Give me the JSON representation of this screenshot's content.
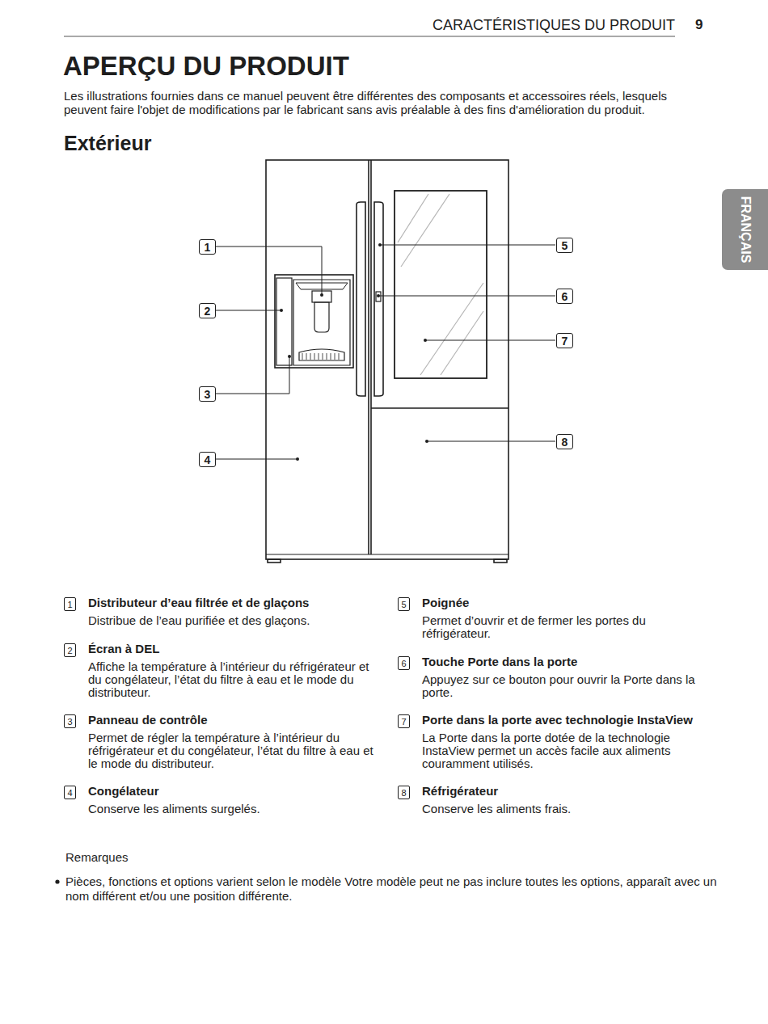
{
  "diagram": {
    "title": "APERÇU DU PRODUIT",
    "nodes": [
      {
        "text": [
          "1"
        ]
      },
      {
        "text": [
          "2"
        ]
      },
      {
        "text": [
          "3"
        ]
      },
      {
        "text": [
          "4"
        ]
      },
      {
        "text": [
          "5"
        ]
      },
      {
        "text": [
          "6"
        ]
      },
      {
        "text": [
          "7"
        ]
      },
      {
        "text": [
          "8"
        ]
      },
      {
        "text": [
          "1",
          "Distributeur d’eau filtrée et de glaçons",
          "Distribue de l’eau purifiée et des glaçons."
        ]
      },
      {
        "text": [
          "2",
          "Écran à DEL",
          "Affiche la température à l’intérieur du réfrigérateur et du congélateur, l’état du filtre à eau et le mode du distributeur."
        ]
      },
      {
        "text": [
          "3",
          "Panneau de contrôle",
          "Permet de régler la température à l’intérieur du réfrigérateur et du congélateur, l’état du filtre à eau et le mode du distributeur."
        ]
      },
      {
        "text": [
          "4",
          "Congélateur",
          "Conserve les aliments surgelés."
        ]
      },
      {
        "text": [
          "5",
          "Poignée",
          "Permet d’ouvrir et de fermer les portes du réfrigérateur."
        ]
      },
      {
        "text": [
          "6",
          "Touche Porte dans la porte",
          "Appuyez sur ce bouton pour ouvrir la Porte dans la porte."
        ]
      },
      {
        "text": [
          "7",
          "Porte dans la porte avec technologie InstaView",
          "La Porte dans la porte dotée de la technologie InstaView permet un accès facile aux aliments couramment utilisés."
        ]
      },
      {
        "text": [
          "8",
          "Réfrigérateur",
          "Conserve les aliments frais."
        ]
      },
      {
        "text": [
          "FRANÇAIS"
        ]
      }
    ],
    "labels": [
      "CARACTÉRISTIQUES DU PRODUIT",
      "9",
      "Les illustrations fournies dans ce manuel peuvent être différentes des composants et accessoires réels, lesquels peuvent faire l'objet de modifications par le fabricant sans avis préalable à des fins d'amélioration du produit.",
      "Extérieur",
      "Remarques",
      "Pièces, fonctions et options varient selon le modèle Votre modèle peut ne pas inclure toutes les options, apparaît avec un nom différent et/ou une position différente."
    ]
  }
}
